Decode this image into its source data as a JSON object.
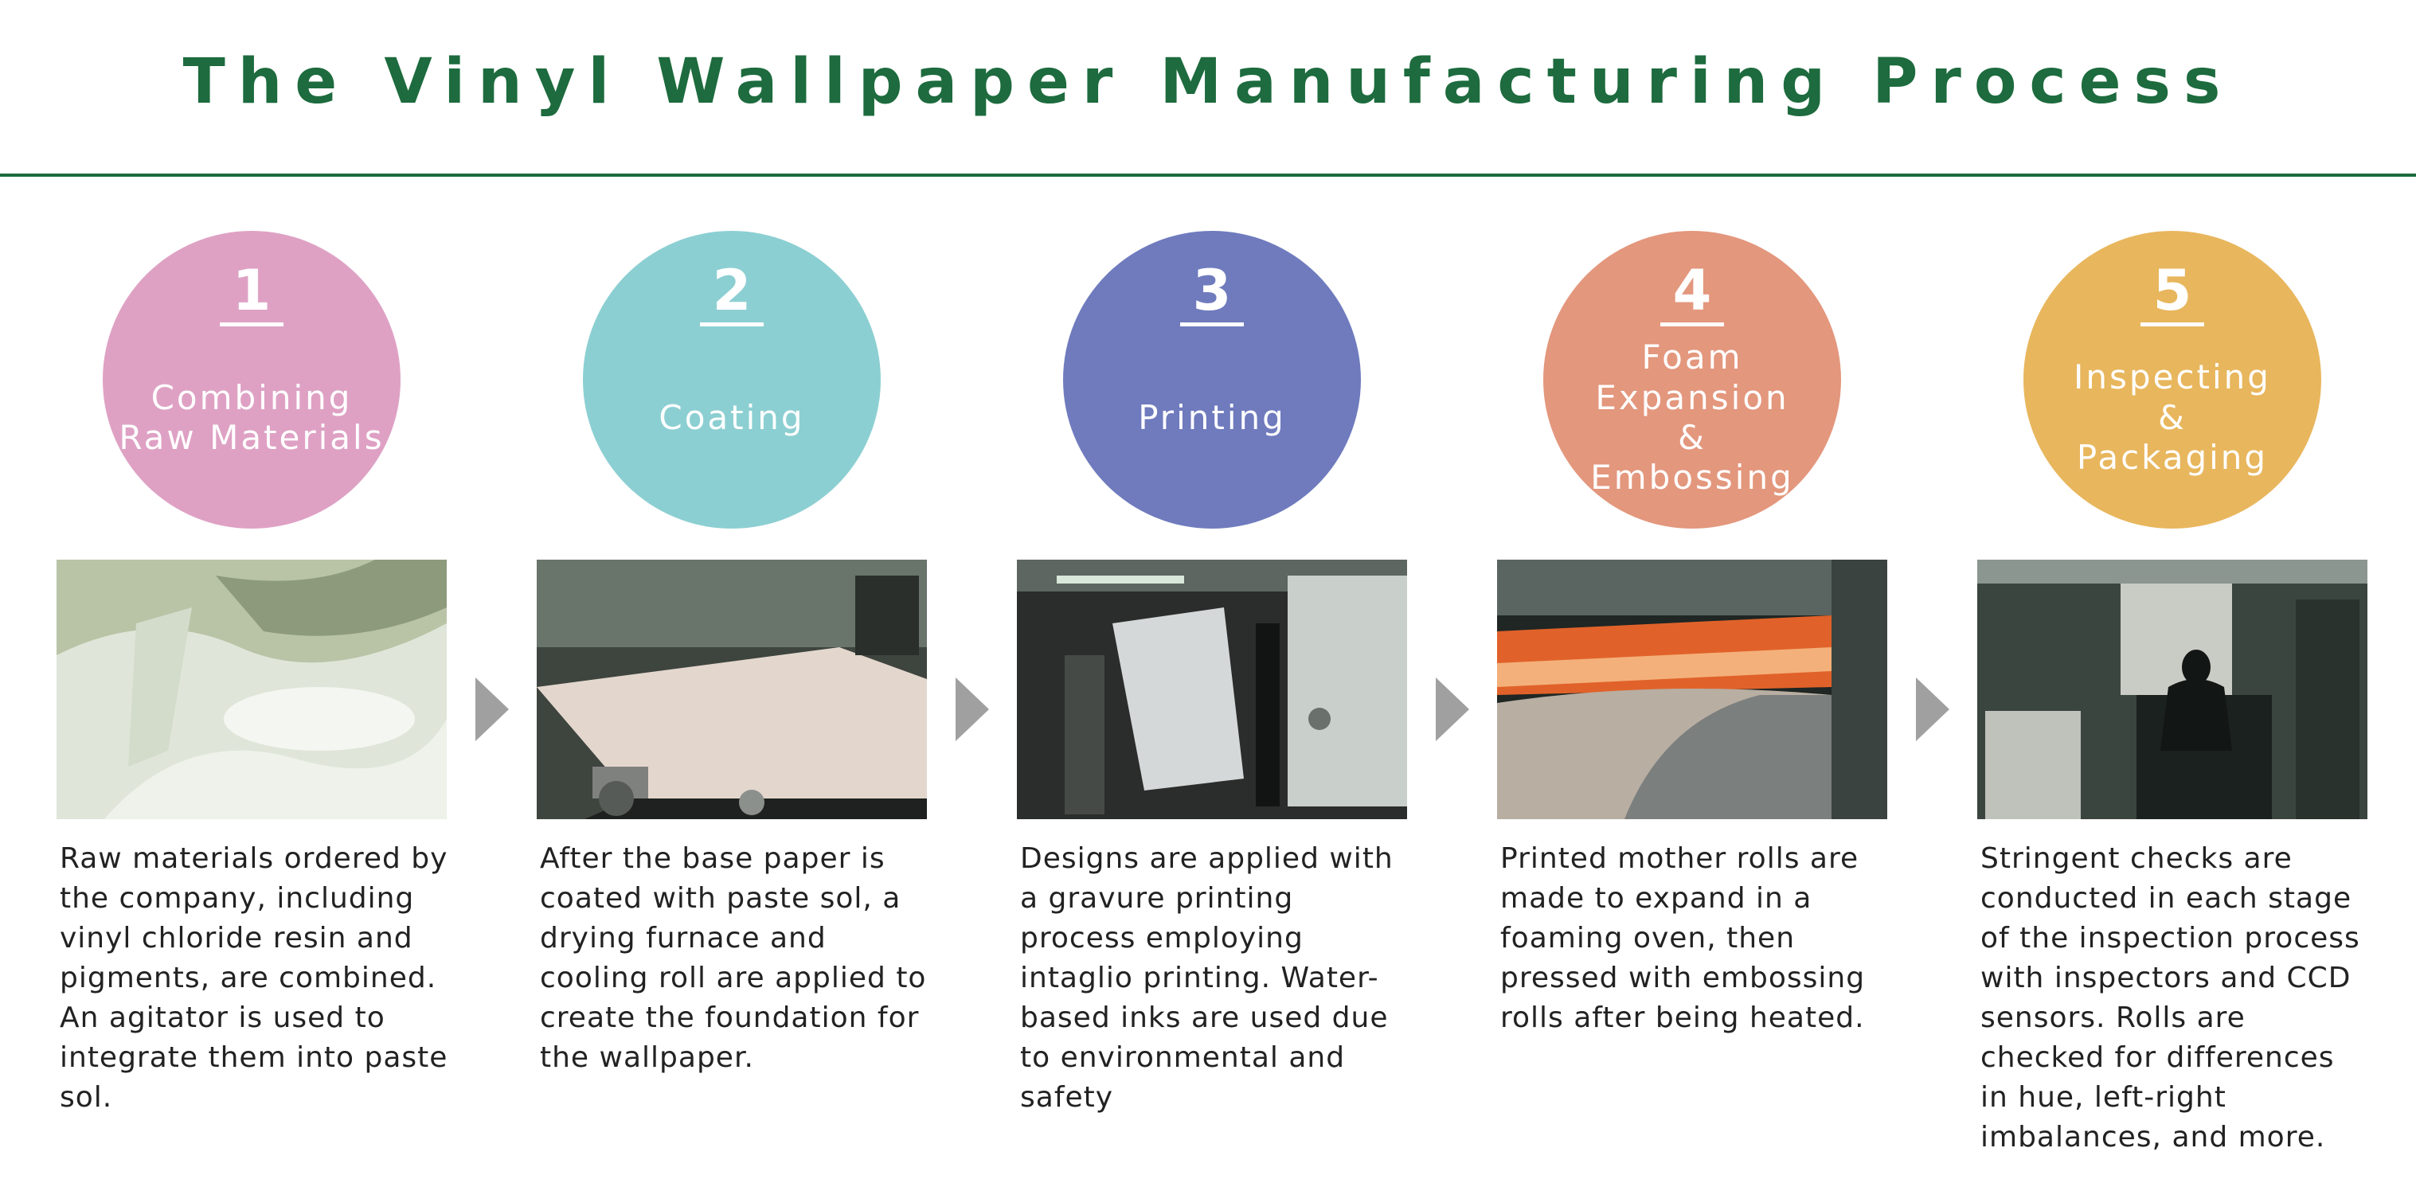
{
  "title": "The Vinyl Wallpaper Manufacturing Process",
  "steps": [
    {
      "number": "1",
      "label_lines": [
        "Combining",
        "Raw Materials"
      ],
      "color": "#dea1c4",
      "description": "Raw materials ordered by the company, including vinyl chloride resin and pigments, are combined. An agitator is used to integrate them into paste sol."
    },
    {
      "number": "2",
      "label_lines": [
        "Coating"
      ],
      "color": "#8ccfd2",
      "description": "After the base paper is coated with paste sol, a drying furnace and cooling roll are applied to create the foundation for the wallpaper."
    },
    {
      "number": "3",
      "label_lines": [
        "Printing"
      ],
      "color": "#6f7bbd",
      "description": "Designs are applied with a gravure printing process employing intaglio printing. Water-based inks are used due to environmental and safety"
    },
    {
      "number": "4",
      "label_lines": [
        "Foam Expansion",
        "&",
        "Embossing"
      ],
      "color": "#e3977d",
      "description": "Printed mother rolls are made to expand in a foaming oven, then pressed with embossing rolls after being heated."
    },
    {
      "number": "5",
      "label_lines": [
        "Inspecting",
        "&",
        "Packaging"
      ],
      "color": "#e8b65d",
      "description": "Stringent checks are conducted in each stage of the inspection process with inspectors and CCD sensors. Rolls are checked for differences in hue, left-right imbalances, and more."
    }
  ]
}
